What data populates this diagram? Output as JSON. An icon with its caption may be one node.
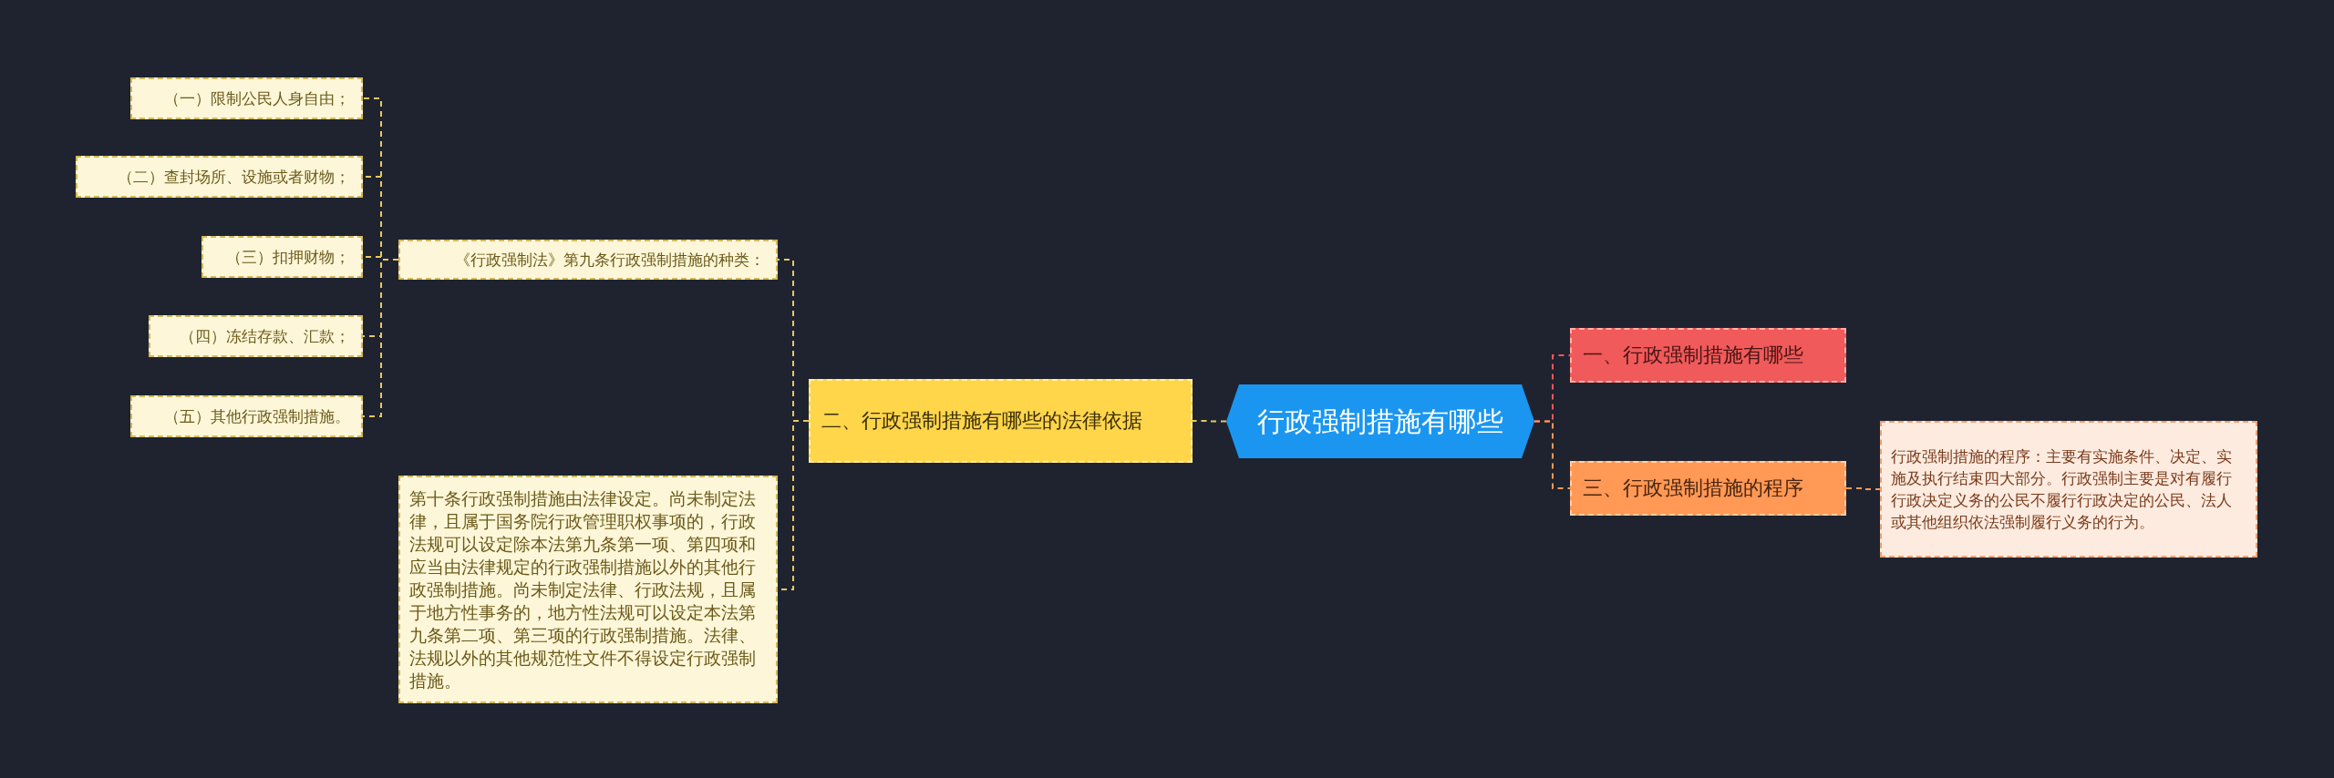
{
  "diagram": {
    "nodes": [
      {
        "text": [
          "行政强制措施有哪些"
        ]
      },
      {
        "text": [
          "一、行政强制措施有哪些"
        ]
      },
      {
        "text": [
          "三、行政强制措施的程序"
        ]
      },
      {
        "text": [
          "行政强制措施的程序：主要有实施条件、决定、实施及执行结束四大部分。行政强制主要是对有履行行政决定义务的公民不履行行政决定的公民、法人或其他组织依法强制履行义务的行为。"
        ]
      },
      {
        "text": [
          "二、行政强制措施有哪些的法律依据"
        ]
      },
      {
        "text": [
          "《行政强制法》第九条行政强制措施的种类："
        ]
      },
      {
        "text": [
          "（一）限制公民人身自由；"
        ]
      },
      {
        "text": [
          "（二）查封场所、设施或者财物；"
        ]
      },
      {
        "text": [
          "（三）扣押财物；"
        ]
      },
      {
        "text": [
          "（四）冻结存款、汇款；"
        ]
      },
      {
        "text": [
          "（五）其他行政强制措施。"
        ]
      },
      {
        "text": [
          "第十条行政强制措施由法律设定。尚未制定法律，且属于国务院行政管理职权事项的，行政法规可以设定除本法第九条第一项、第四项和应当由法律规定的行政强制措施以外的其他行政强制措施。尚未制定法律、行政法规，且属于地方性事务的，地方性法规可以设定本法第九条第二项、第三项的行政强制措施。法律、法规以外的其他规范性文件不得设定行政强制措施。"
        ]
      }
    ],
    "edges": [
      {
        "from": 0,
        "to": 1,
        "arrow": "none",
        "color": "#f05a5a"
      },
      {
        "from": 0,
        "to": 2,
        "arrow": "none",
        "color": "#ff9955"
      },
      {
        "from": 2,
        "to": 3,
        "arrow": "none",
        "color": "#ff9955"
      },
      {
        "from": 0,
        "to": 4,
        "arrow": "none"
      },
      {
        "from": 4,
        "to": 5,
        "arrow": "none"
      },
      {
        "from": 5,
        "to": 6,
        "arrow": "none"
      },
      {
        "from": 5,
        "to": 7,
        "arrow": "none"
      },
      {
        "from": 5,
        "to": 8,
        "arrow": "none"
      },
      {
        "from": 5,
        "to": 9,
        "arrow": "none"
      },
      {
        "from": 5,
        "to": 10,
        "arrow": "none"
      },
      {
        "from": 4,
        "to": 11,
        "arrow": "none"
      }
    ]
  }
}
